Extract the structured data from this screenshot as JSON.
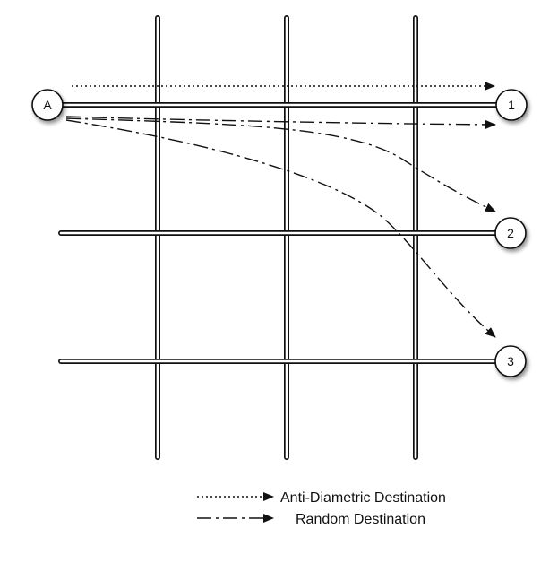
{
  "nodes": {
    "source": "A",
    "dest_1": "1",
    "dest_2": "2",
    "dest_3": "3"
  },
  "legend": {
    "anti_diametric_label": "Anti-Diametric Destination",
    "random_label": "Random Destination"
  },
  "colors": {
    "line": "#111111",
    "background": "#ffffff"
  }
}
